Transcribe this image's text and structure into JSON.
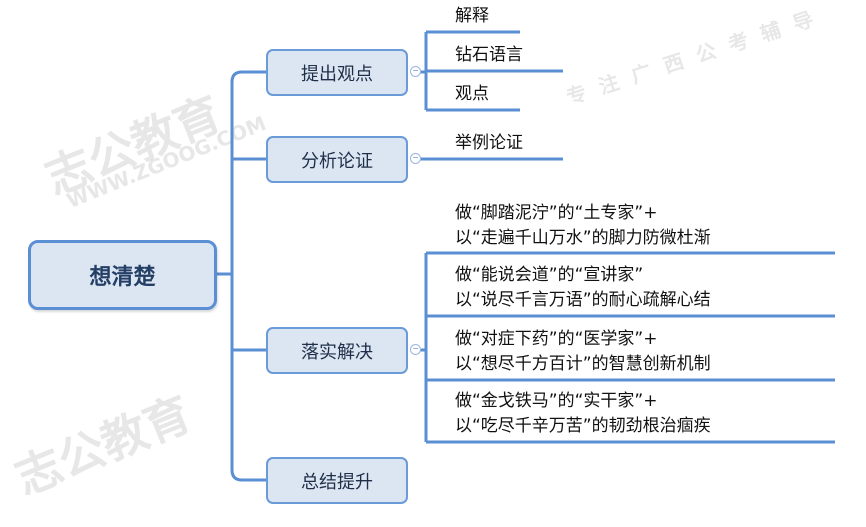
{
  "watermark": {
    "brand": "志公教育",
    "site": "WWW.ZGOOG.COM",
    "slogan": "专注广西公考辅导"
  },
  "root": {
    "label": "想清楚"
  },
  "branches": [
    {
      "label": "提出观点",
      "children": [
        "解释",
        "钻石语言",
        "观点"
      ]
    },
    {
      "label": "分析论证",
      "children": [
        "举例论证"
      ]
    },
    {
      "label": "落实解决",
      "children": [
        {
          "line1": "做“脚踏泥泞”的“土专家”+",
          "line2": "以“走遍千山万水”的脚力防微杜渐"
        },
        {
          "line1": "做“能说会道”的“宣讲家”",
          "line2": "以“说尽千言万语”的耐心疏解心结"
        },
        {
          "line1": "做“对症下药”的“医学家”+",
          "line2": "以“想尽千方百计”的智慧创新机制"
        },
        {
          "line1": "做“金戈铁马”的“实干家”+",
          "line2": "以“吃尽千辛万苦”的韧劲根治痼疾"
        }
      ]
    },
    {
      "label": "总结提升",
      "children": []
    }
  ],
  "colors": {
    "line": "#5b8fd4",
    "box_fill": "#dce6f2"
  }
}
